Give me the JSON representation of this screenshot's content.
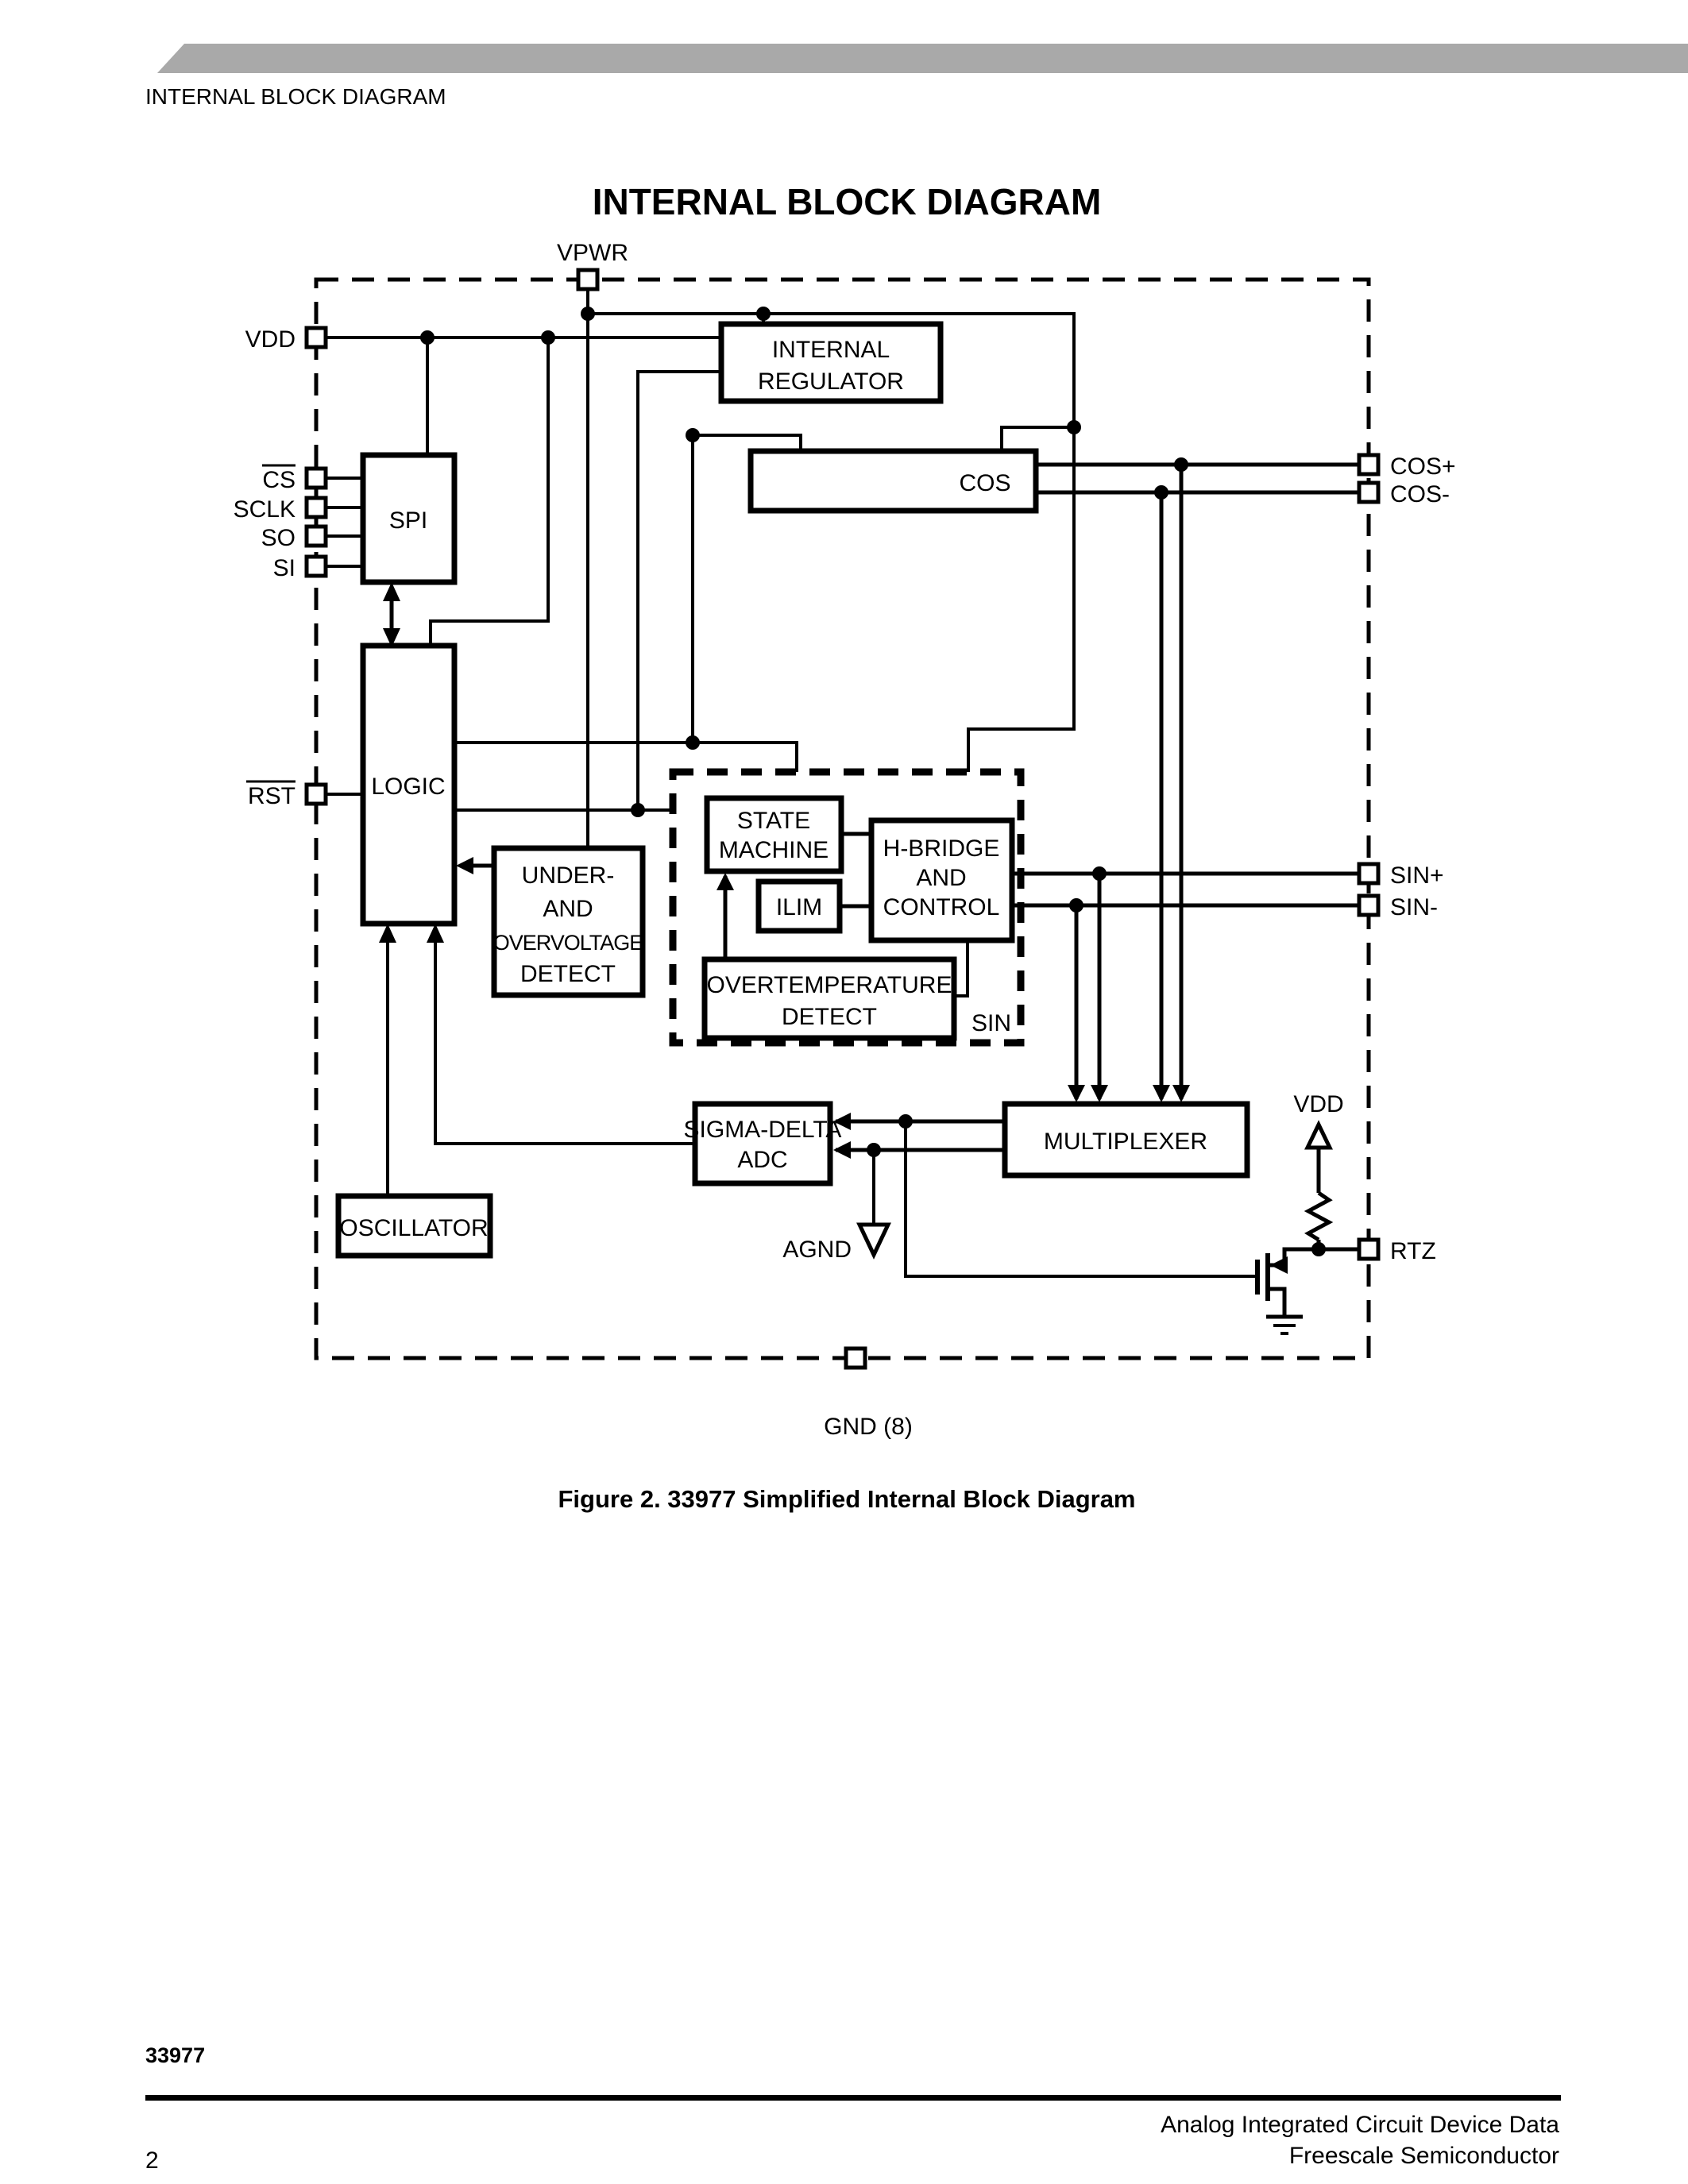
{
  "page": {
    "header_label": "INTERNAL BLOCK DIAGRAM",
    "title": "INTERNAL BLOCK DIAGRAM",
    "caption": "Figure 2. 33977 Simplified Internal Block Diagram",
    "footer": {
      "part_number": "33977",
      "page_number": "2",
      "doc_title": "Analog Integrated Circuit Device Data",
      "company": "Freescale Semiconductor"
    }
  },
  "colors": {
    "header_bar": "#a9a9a9",
    "ink": "#000000",
    "paper": "#ffffff"
  },
  "blocks": {
    "spi": {
      "label": "SPI"
    },
    "logic": {
      "label": "LOGIC"
    },
    "regulator": {
      "lines": [
        "INTERNAL",
        "REGULATOR"
      ]
    },
    "cos": {
      "label": "COS"
    },
    "state_machine": {
      "lines": [
        "STATE",
        "MACHINE"
      ]
    },
    "ilim": {
      "label": "ILIM"
    },
    "h_bridge": {
      "lines": [
        "H-BRIDGE",
        "AND",
        "CONTROL"
      ]
    },
    "overtemp": {
      "lines": [
        "OVERTEMPERATURE",
        "DETECT"
      ]
    },
    "uv_detect": {
      "lines": [
        "UNDER-",
        "AND",
        "OVERVOLTAGE",
        "DETECT"
      ]
    },
    "sigma_delta": {
      "lines": [
        "SIGMA-DELTA",
        "ADC"
      ]
    },
    "multiplexer": {
      "label": "MULTIPLEXER"
    },
    "oscillator": {
      "label": "OSCILLATOR"
    },
    "sin_section": {
      "label": "SIN"
    }
  },
  "pins": {
    "vpwr": "VPWR",
    "vdd": "VDD",
    "cs": "CS",
    "sclk": "SCLK",
    "so": "SO",
    "si": "SI",
    "rst": "RST",
    "cos_plus": "COS+",
    "cos_minus": "COS-",
    "sin_plus": "SIN+",
    "sin_minus": "SIN-",
    "rtz": "RTZ",
    "vdd_pullup": "VDD",
    "agnd": "AGND",
    "gnd": "GND (8)"
  }
}
